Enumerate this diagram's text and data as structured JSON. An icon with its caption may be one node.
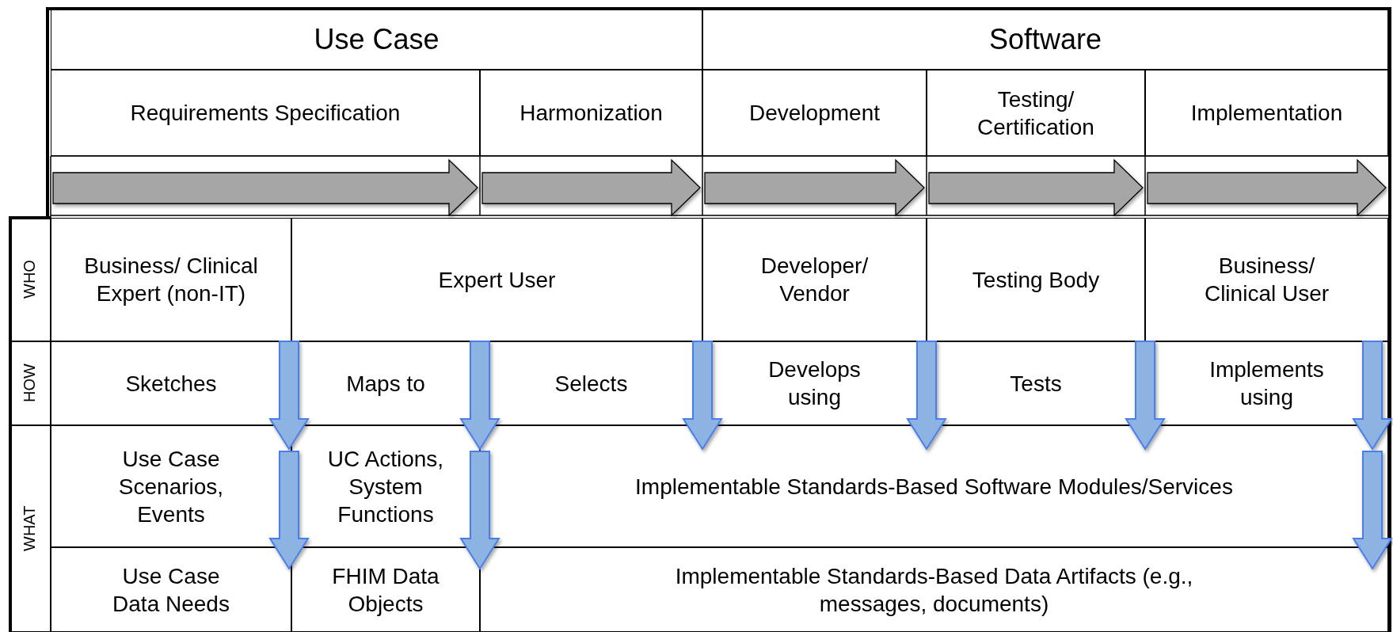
{
  "diagram": {
    "labels": [
      "Use Case",
      "Software",
      "Requirements Specification",
      "Harmonization",
      "Development",
      "Testing/ Certification",
      "Implementation",
      "WHO",
      "Business/ Clinical Expert (non-IT)",
      "Expert User",
      "Developer/ Vendor",
      "Testing Body",
      "Business/ Clinical User",
      "HOW",
      "Sketches",
      "Maps to",
      "Selects",
      "Develops using",
      "Tests",
      "Implements using",
      "WHAT",
      "Use Case Scenarios, Events",
      "UC Actions, System Functions",
      "Implementable Standards-Based Software Modules/Services",
      "Use Case Data Needs",
      "FHIM Data Objects",
      "Implementable Standards-Based Data Artifacts (e.g., messages, documents)"
    ]
  }
}
